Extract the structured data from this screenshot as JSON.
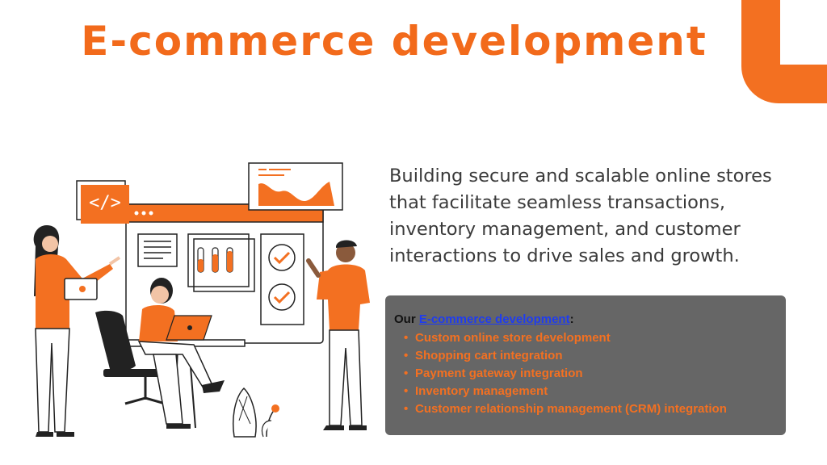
{
  "title": "E-commerce development",
  "lead_text": "Building secure and scalable online stores that facilitate seamless transactions, inventory management, and customer interactions to drive sales and growth.",
  "panel": {
    "prefix": "Our ",
    "link_text": "E-commerce development",
    "suffix": ":",
    "items": [
      "Custom online store development",
      "Shopping cart integration",
      "Payment gateway integration",
      "Inventory management",
      "Customer relationship management (CRM) integration"
    ]
  },
  "colors": {
    "accent": "#f37021",
    "title": "#f26a1b",
    "panel_bg": "#666666",
    "link": "#1f3cf0"
  },
  "illustration": {
    "code_icon_text": "</>",
    "icons": [
      "code-icon",
      "area-chart-icon",
      "bar-chart-icon",
      "checkmark-icon",
      "laptop-icon",
      "plant-icon"
    ]
  }
}
